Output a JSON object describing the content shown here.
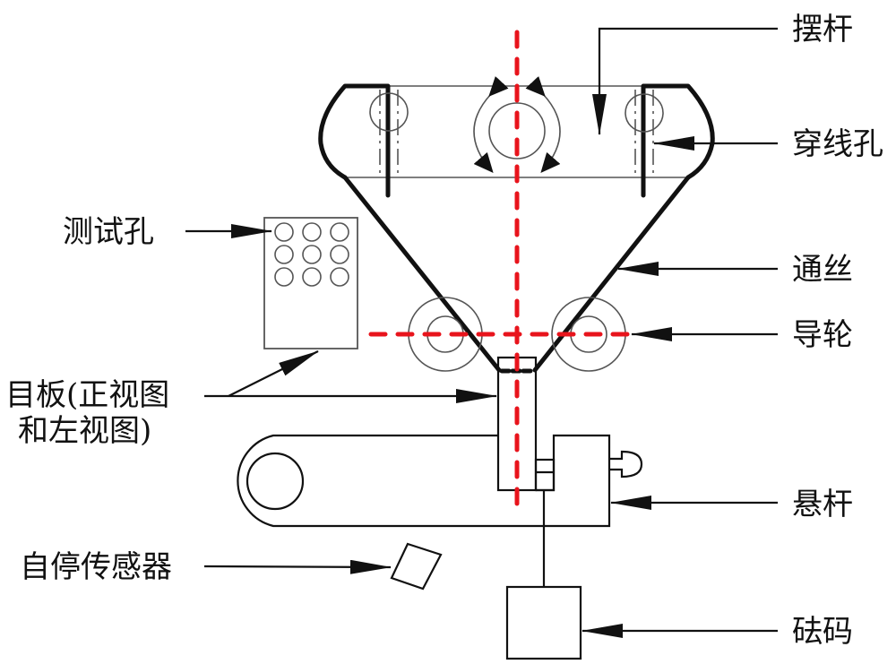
{
  "title": "Wire-guide test apparatus schematic",
  "labels": {
    "swing_rod": "摆杆",
    "threading_hole": "穿线孔",
    "test_holes": "测试孔",
    "wire": "通丝",
    "guide_wheel": "导轮",
    "target_plate_line1": "目板(正视图",
    "target_plate_line2": "和左视图)",
    "hanging_rod": "悬杆",
    "auto_stop_sensor": "自停传感器",
    "weight": "砝码"
  },
  "colors": {
    "centerline": "#e8141c",
    "outline": "#111111",
    "thin_outline": "#555555",
    "background": "#ffffff"
  }
}
